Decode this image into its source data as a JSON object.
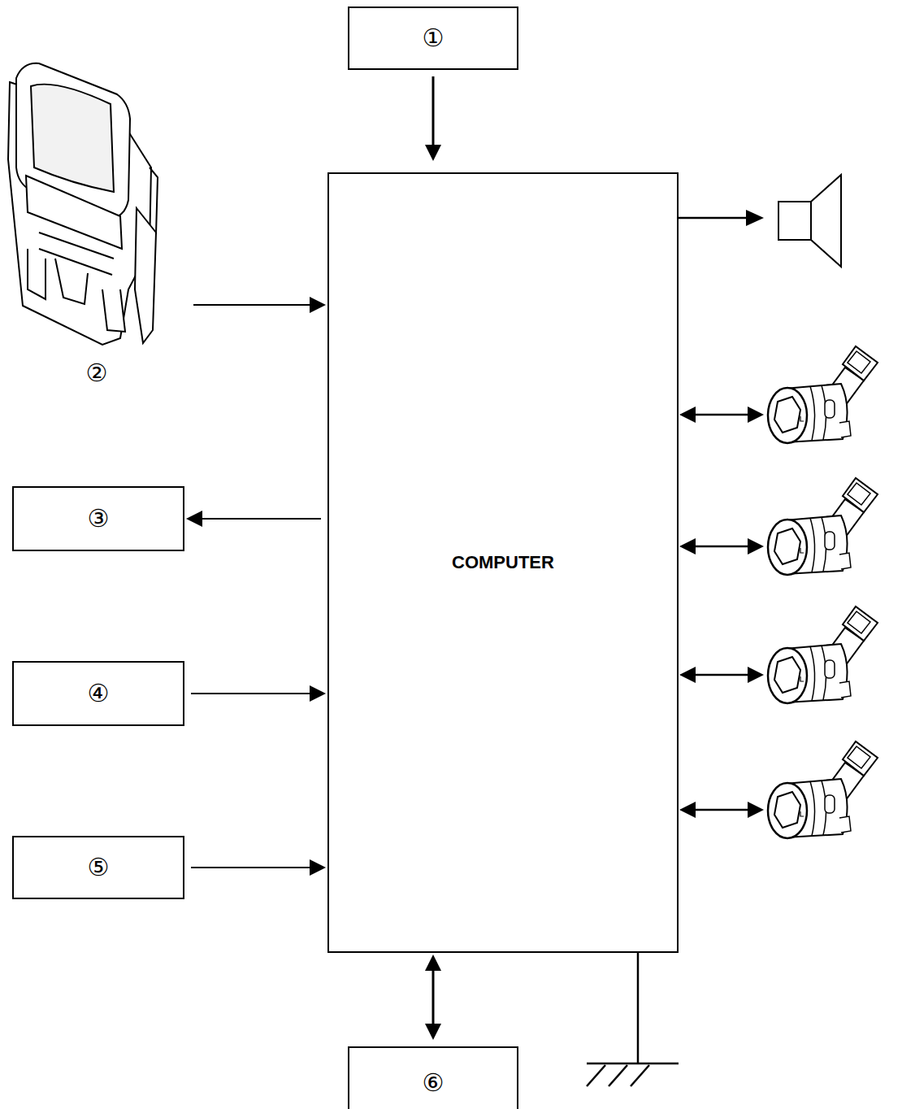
{
  "diagram": {
    "nodes": [
      {
        "text": [
          "①"
        ]
      },
      {
        "text": [
          "②"
        ]
      },
      {
        "text": [
          "COMPUTER"
        ]
      },
      {
        "text": [
          "③"
        ]
      },
      {
        "text": [
          "④"
        ]
      },
      {
        "text": [
          "⑤"
        ]
      },
      {
        "text": [
          "⑥"
        ]
      }
    ],
    "edges": [
      {
        "from": 0,
        "to": 2,
        "arrow": "to"
      },
      {
        "from": 1,
        "to": 2,
        "arrow": "to"
      },
      {
        "from": 2,
        "to": 3,
        "arrow": "to"
      },
      {
        "from": 4,
        "to": 2,
        "arrow": "to"
      },
      {
        "from": 5,
        "to": 2,
        "arrow": "to"
      },
      {
        "from": 2,
        "to": 6,
        "arrow": "both"
      }
    ]
  }
}
